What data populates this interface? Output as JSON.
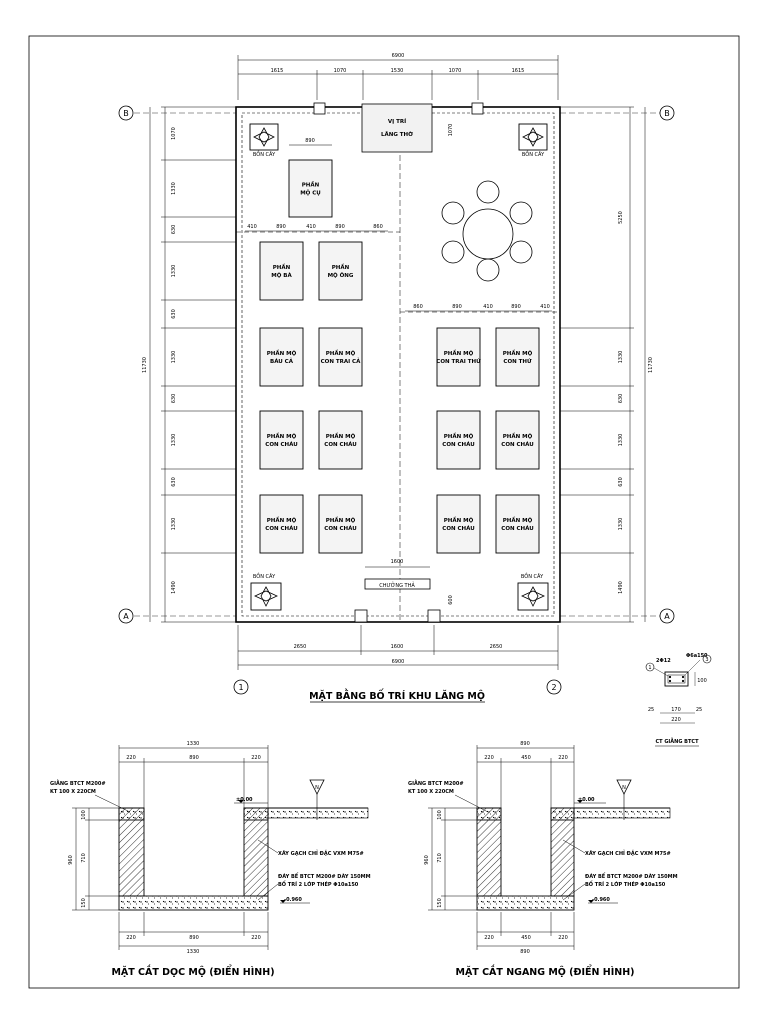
{
  "plan": {
    "title": "MẶT BẰNG BỐ TRÍ KHU LĂNG MỘ",
    "top_total": "6900",
    "top_segments": [
      "1615",
      "1070",
      "1530",
      "1070",
      "1615"
    ],
    "bottom_total": "6900",
    "bottom_segments": [
      "2650",
      "1600",
      "2650"
    ],
    "left_total": "11730",
    "left_segments": [
      "1070",
      "1330",
      "630",
      "1330",
      "630",
      "1330",
      "630",
      "1330",
      "630",
      "1330",
      "1490"
    ],
    "right_total": "11730",
    "right_segments": [
      "5250",
      "1330",
      "630",
      "1330",
      "630",
      "1330",
      "1490"
    ],
    "altar": [
      "VỊ TRÍ",
      "LĂNG THỜ"
    ],
    "altar_dim": "1070",
    "plant_label": "BỒN CÂY",
    "incense": {
      "label": "CHƯỞNG THẢ",
      "dim": "1600"
    },
    "gate_dim": "600",
    "grave_width_dim": "890",
    "row_dims_left": [
      "410",
      "890",
      "410",
      "890",
      "860"
    ],
    "row_dims_right": [
      "860",
      "890",
      "410",
      "890",
      "410"
    ],
    "graves": [
      [
        "PHẦN",
        "MỘ CỤ"
      ],
      [
        "PHẦN",
        "MỘ BÀ"
      ],
      [
        "PHẦN",
        "MỘ ÔNG"
      ],
      [
        "PHẦN MỘ",
        "BÁU CẢ"
      ],
      [
        "PHẦN MỘ",
        "CON TRAI CẢ"
      ],
      [
        "PHẦN MỘ",
        "CON TRAI THỨ"
      ],
      [
        "PHẦN MỘ",
        "CON THỨ"
      ],
      [
        "PHẦN MỘ",
        "CON CHÁU"
      ],
      [
        "PHẦN MỘ",
        "CON CHÁU"
      ],
      [
        "PHẦN MỘ",
        "CON CHÁU"
      ],
      [
        "PHẦN MỘ",
        "CON CHÁU"
      ],
      [
        "PHẦN MỘ",
        "CON CHÁU"
      ],
      [
        "PHẦN MỘ",
        "CON CHÁU"
      ],
      [
        "PHẦN MỘ",
        "CON CHÁU"
      ],
      [
        "PHẦN MỘ",
        "CON CHÁU"
      ]
    ],
    "axes": {
      "b": "B",
      "a": "A",
      "one": "1",
      "two": "2"
    }
  },
  "beam_detail": {
    "title": "CT GIẰNG BTCT",
    "rebar_top": "2Φ12",
    "stirrup": "Φ6a150",
    "marks": [
      "1",
      "3"
    ],
    "dims": [
      "25",
      "170",
      "25"
    ],
    "total": "220",
    "height": "100"
  },
  "section_long": {
    "title": "MẶT CẮT DỌC MỘ (ĐIỂN HÌNH)",
    "top_total": "1330",
    "top_segments": [
      "220",
      "890",
      "220"
    ],
    "bottom_segments": [
      "220",
      "890",
      "220"
    ],
    "bottom_total": "1330",
    "left_dims": [
      "100",
      "710",
      "150"
    ],
    "left_total": "960",
    "beam_note": [
      "GIẰNG BTCT M200#",
      "KT 100 X 220CM"
    ],
    "level_top": "±0.00",
    "level_bottom": "-0.960",
    "wall_note": "XÂY GẠCH CHỈ ĐẶC VXM M75#",
    "slab_note": [
      "ĐÁY BỂ BTCT M200# DÀY 150MM",
      "BỐ TRÍ 2 LỚP THÉP Φ10a150"
    ]
  },
  "section_cross": {
    "title": "MẶT CẮT NGANG MỘ (ĐIỂN HÌNH)",
    "top_total": "890",
    "top_segments": [
      "220",
      "450",
      "220"
    ],
    "bottom_segments": [
      "220",
      "450",
      "220"
    ],
    "bottom_total": "890",
    "left_dims": [
      "100",
      "710",
      "150"
    ],
    "left_total": "960",
    "beam_note": [
      "GIẰNG BTCT M200#",
      "KT 100 X 220CM"
    ],
    "level_top": "±0.00",
    "level_bottom": "-0.960",
    "wall_note": "XÂY GẠCH CHỈ ĐẶC VXM M75#",
    "slab_note": [
      "ĐÁY BỂ BTCT M200# DÀY 150MM",
      "BỐ TRÍ 2 LỚP THÉP Φ10a150"
    ]
  },
  "north": "N"
}
